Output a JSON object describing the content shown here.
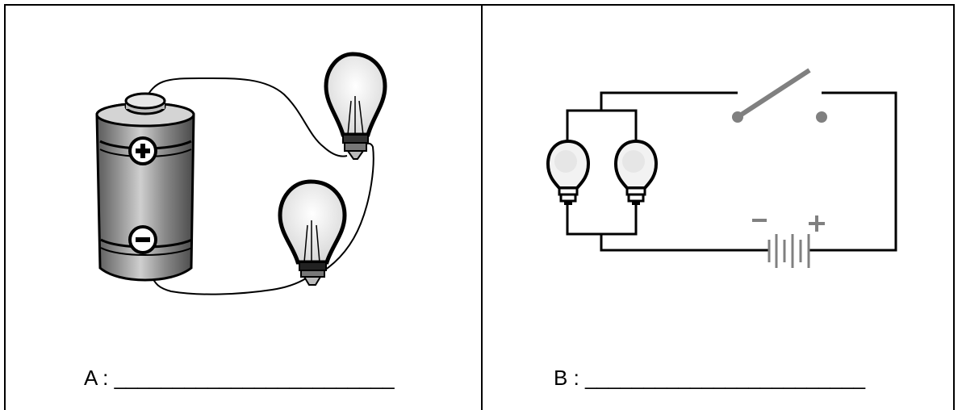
{
  "panels": {
    "a": {
      "label": "A : ________________________"
    },
    "b": {
      "label": "B : ________________________"
    }
  },
  "colors": {
    "ink": "#000000",
    "battery_body": "#7c7c7c",
    "battery_highlight": "#c9c9c9",
    "switch_gray": "#808080",
    "bulb_glass": "#f4f4f4"
  },
  "icons": {
    "a": [
      "battery-icon",
      "light-bulb-icon",
      "light-bulb-icon",
      "wire"
    ],
    "b": [
      "circuit-lamp-icon",
      "circuit-lamp-icon",
      "open-switch-icon",
      "battery-cells-icon"
    ]
  }
}
